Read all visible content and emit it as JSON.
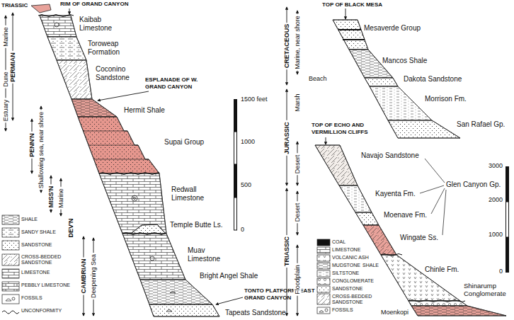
{
  "diagram": {
    "labels": [
      "RIM OF GRAND CANYON",
      "TRIASSIC",
      "Kaibab Limestone",
      "Toroweap Formation",
      "Coconino Sandstone",
      "ESPLANADE OF W. GRAND CANYON",
      "Hermit Shale",
      "Supai Group",
      "Redwall Limestone",
      "Temple Butte Ls.",
      "Muav Limestone",
      "Bright Angel Shale",
      "TONTO PLATFORM, EAST GRAND CANYON",
      "Tapeats Sandstone",
      "PERMIAN",
      "Marine",
      "Dune",
      "Estuary",
      "PENN'N",
      "Shallowing sea, near shore",
      "MISS'N",
      "Marine",
      "DEV'N",
      "CAMBRIAN",
      "Deepening Sea",
      "1500 feet",
      "1000",
      "500",
      "0",
      "TOP OF BLACK MESA",
      "CRETACEOUS",
      "Marine, near shore",
      "Beach",
      "Mesaverde Group",
      "Mancos Shale",
      "Dakota Sandstone",
      "Morrison Fm.",
      "San Rafael Gp.",
      "JURASSIC",
      "Marsh",
      "TOP OF ECHO AND VERMILLION CLIFFS",
      "Navajo Sandstone",
      "Glen Canyon Gp.",
      "Kayenta Fm.",
      "Moenave Fm.",
      "Wingate Ss.",
      "Desert",
      "TRIASSIC",
      "Desert",
      "Chinle Fm.",
      "Floodplain",
      "Shinarump Conglomerate",
      "Moenkopi",
      "3000",
      "2000",
      "1000",
      "0"
    ],
    "legend": [
      {
        "text": "SHALE"
      },
      {
        "text": "SANDY SHALE"
      },
      {
        "text": "SANDSTONE"
      },
      {
        "text": "CROSS-BEDDED SANDSTONE"
      },
      {
        "text": "LIMESTONE"
      },
      {
        "text": "PEBBLY LIMESTONE"
      },
      {
        "text": "FOSSILS"
      },
      {
        "text": "UNCONFORMITY"
      },
      {
        "text": "COAL"
      },
      {
        "text": "LIMESTONE"
      },
      {
        "text": "VOLCANIC ASH"
      },
      {
        "text": "MUDSTONE"
      },
      {
        "text": "SHALE"
      },
      {
        "text": "SILTSTONE"
      },
      {
        "text": "CONGLOMERATE"
      },
      {
        "text": "SANDSTONE"
      },
      {
        "text": "CROSS-BEDDED SANDSTONE"
      },
      {
        "text": "FOSSILS"
      }
    ]
  }
}
